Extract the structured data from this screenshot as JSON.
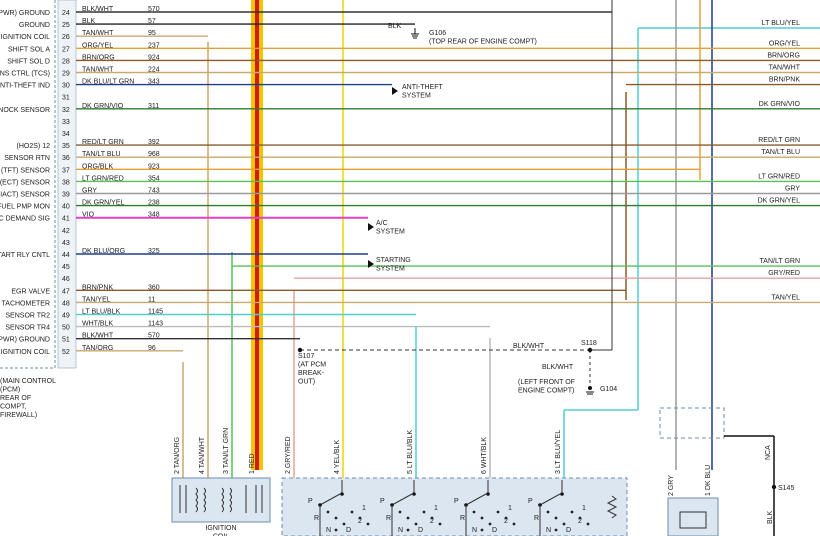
{
  "pcm_pins": [
    {
      "pin": "24",
      "circuit_name": "(PWR) GROUND",
      "wire": "BLK/WHT",
      "circuit": "570"
    },
    {
      "pin": "25",
      "circuit_name": "GROUND",
      "wire": "BLK",
      "circuit": "57"
    },
    {
      "pin": "26",
      "circuit_name": "IGNITION COIL",
      "wire": "TAN/WHT",
      "circuit": "95"
    },
    {
      "pin": "27",
      "circuit_name": "SHIFT SOL A",
      "wire": "ORG/YEL",
      "circuit": "237"
    },
    {
      "pin": "28",
      "circuit_name": "SHIFT SOL D",
      "wire": "BRN/ORG",
      "circuit": "924"
    },
    {
      "pin": "29",
      "circuit_name": "TRANS CTRL (TCS)",
      "wire": "TAN/WHT",
      "circuit": "224"
    },
    {
      "pin": "30",
      "circuit_name": "ANTI-THEFT IND",
      "wire": "DK BLU/LT GRN",
      "circuit": "343"
    },
    {
      "pin": "31",
      "circuit_name": "",
      "wire": "",
      "circuit": ""
    },
    {
      "pin": "32",
      "circuit_name": "KNOCK SENSOR",
      "wire": "DK GRN/VIO",
      "circuit": "311"
    },
    {
      "pin": "33",
      "circuit_name": "",
      "wire": "",
      "circuit": ""
    },
    {
      "pin": "34",
      "circuit_name": "",
      "wire": "",
      "circuit": ""
    },
    {
      "pin": "35",
      "circuit_name": "(HO2S) 12",
      "wire": "RED/LT GRN",
      "circuit": "392"
    },
    {
      "pin": "36",
      "circuit_name": "SENSOR RTN",
      "wire": "TAN/LT BLU",
      "circuit": "968"
    },
    {
      "pin": "37",
      "circuit_name": "(TFT) SENSOR",
      "wire": "ORG/BLK",
      "circuit": "923"
    },
    {
      "pin": "38",
      "circuit_name": "(ECT) SENSOR",
      "wire": "LT GRN/RED",
      "circuit": "354"
    },
    {
      "pin": "39",
      "circuit_name": "(IACT) SENSOR",
      "wire": "GRY",
      "circuit": "743"
    },
    {
      "pin": "40",
      "circuit_name": "FUEL PMP MON",
      "wire": "DK GRN/YEL",
      "circuit": "238"
    },
    {
      "pin": "41",
      "circuit_name": "A/C DEMAND SIG",
      "wire": "VIO",
      "circuit": "348"
    },
    {
      "pin": "42",
      "circuit_name": "",
      "wire": "",
      "circuit": ""
    },
    {
      "pin": "43",
      "circuit_name": "",
      "wire": "",
      "circuit": ""
    },
    {
      "pin": "44",
      "circuit_name": "START RLY CNTL",
      "wire": "DK BLU/ORG",
      "circuit": "325"
    },
    {
      "pin": "45",
      "circuit_name": "",
      "wire": "",
      "circuit": ""
    },
    {
      "pin": "46",
      "circuit_name": "",
      "wire": "",
      "circuit": ""
    },
    {
      "pin": "47",
      "circuit_name": "EGR VALVE",
      "wire": "BRN/PNK",
      "circuit": "360"
    },
    {
      "pin": "48",
      "circuit_name": "TACHOMETER",
      "wire": "TAN/YEL",
      "circuit": "11"
    },
    {
      "pin": "49",
      "circuit_name": "SENSOR TR2",
      "wire": "LT BLU/BLK",
      "circuit": "1145"
    },
    {
      "pin": "50",
      "circuit_name": "SENSOR TR4",
      "wire": "WHT/BLK",
      "circuit": "1143"
    },
    {
      "pin": "51",
      "circuit_name": "(PWR) GROUND",
      "wire": "BLK/WHT",
      "circuit": "570"
    },
    {
      "pin": "52",
      "circuit_name": "IGNITION COIL",
      "wire": "TAN/ORG",
      "circuit": "96"
    }
  ],
  "pcm_note": [
    "(MAIN CONTROL",
    "(PCM)",
    "REAR OF",
    "COMPT,",
    "FIREWALL)"
  ],
  "right_wires": [
    "LT BLU/YEL",
    "ORG/YEL",
    "BRN/ORG",
    "TAN/WHT",
    "BRN/PNK",
    "DK GRN/VIO",
    "RED/LT GRN",
    "TAN/LT BLU",
    "LT GRN/RED",
    "GRY",
    "DK GRN/YEL",
    "TAN/LT GRN",
    "GRY/RED",
    "TAN/YEL"
  ],
  "annotations": {
    "blk": "BLK",
    "g106": [
      "G106",
      "(TOP REAR OF ENGINE COMPT)"
    ],
    "antitheft": [
      "ANTI-THEFT",
      "SYSTEM"
    ],
    "ac": [
      "A/C",
      "SYSTEM"
    ],
    "starting": [
      "STARTING",
      "SYSTEM"
    ],
    "s107": [
      "S107",
      "(AT PCM",
      "BREAK-",
      "OUT)"
    ],
    "blkwht_mid": "BLK/WHT",
    "s118": "S118",
    "blkwht_drop": "BLK/WHT",
    "g104_note": [
      "(LEFT FRONT OF",
      "ENGINE COMPT)"
    ],
    "g104": "G104",
    "nca": "NCA",
    "s145": "S145",
    "blk_bottom": "BLK"
  },
  "coil_pins": [
    "2 TAN/ORG",
    "4 TAN/WHT",
    "3 TAN/LT GRN",
    "1 RED"
  ],
  "coil_label": [
    "IGNITION",
    "COIL"
  ],
  "sensor_pins": [
    "2 GRY/RED",
    "4 YEL/BLK",
    "5 LT BLU/BLK",
    "6 WHT/BLK",
    "3 LT BLU/YEL"
  ],
  "switch_letters": {
    "p": "P",
    "r": "R",
    "n": "N",
    "d": "D",
    "one": "1",
    "two": "2"
  },
  "right_conn_pins": [
    "2 GRY",
    "1 DK BLU"
  ],
  "colors": {
    "BLK": "#222222",
    "BLK/WHT": "#333333",
    "TAN": "#c9a96e",
    "ORG": "#e8a030",
    "BRN": "#8a5a2b",
    "DK BLU": "#1c3f8f",
    "DK GRN": "#2f7a2f",
    "RED": "#d11a1a",
    "LT GRN": "#58c058",
    "GRY": "#9a9a9a",
    "VIO": "#e040c8",
    "LT BLU": "#4fd0d0",
    "YEL": "#e8d800",
    "GRY/RED": "#e8a0a0",
    "box": "#dbe6f0"
  }
}
